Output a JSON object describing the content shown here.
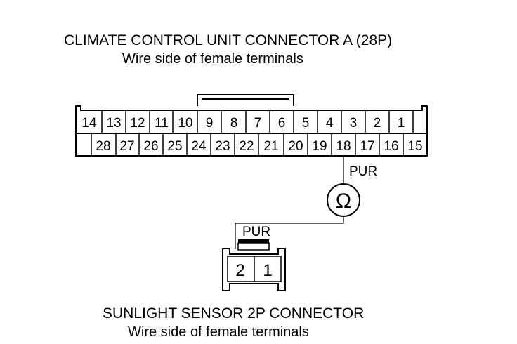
{
  "top_connector": {
    "title": "CLIMATE CONTROL UNIT CONNECTOR A (28P)",
    "subtitle": "Wire side of female terminals",
    "row1": [
      "14",
      "13",
      "12",
      "11",
      "10",
      "9",
      "8",
      "7",
      "6",
      "5",
      "4",
      "3",
      "2",
      "1"
    ],
    "row2": [
      "28",
      "27",
      "26",
      "25",
      "24",
      "23",
      "22",
      "21",
      "20",
      "19",
      "18",
      "17",
      "16",
      "15"
    ]
  },
  "meter": {
    "symbol": "Ω",
    "icon": "ohmmeter-icon"
  },
  "wire_top": {
    "label": "PUR"
  },
  "wire_bottom": {
    "label": "PUR"
  },
  "bottom_connector": {
    "title": "SUNLIGHT SENSOR 2P CONNECTOR",
    "subtitle": "Wire side of female terminals",
    "pins": [
      "2",
      "1"
    ]
  }
}
